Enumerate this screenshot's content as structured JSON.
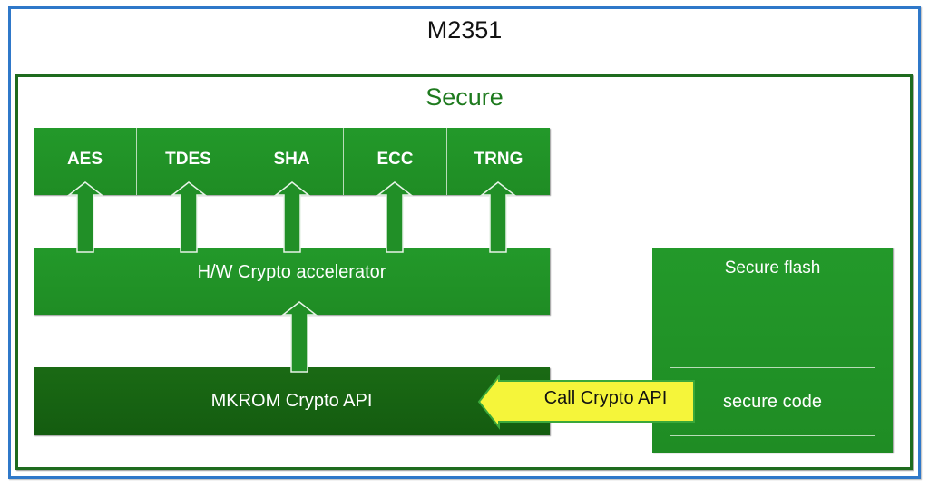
{
  "chip": {
    "title": "M2351"
  },
  "secure_region": {
    "title": "Secure"
  },
  "crypto_engines": [
    {
      "label": "AES"
    },
    {
      "label": "TDES"
    },
    {
      "label": "SHA"
    },
    {
      "label": "ECC"
    },
    {
      "label": "TRNG"
    }
  ],
  "accelerator": {
    "label": "H/W Crypto accelerator"
  },
  "api": {
    "label": "MKROM Crypto API"
  },
  "flash": {
    "title": "Secure flash",
    "code_label": "secure code"
  },
  "call_arrow": {
    "label": "Call Crypto API"
  },
  "colors": {
    "outer_border": "#2f78c9",
    "secure_border": "#1e6b1e",
    "block_green": "#23992a",
    "block_dark_green": "#145c10",
    "call_arrow_fill": "#f5f53a",
    "secure_title": "#1e7a1e"
  }
}
